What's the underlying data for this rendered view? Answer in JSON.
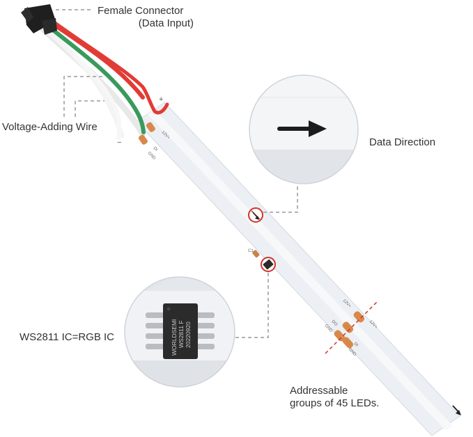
{
  "labels": {
    "female_connector": "Female Connector",
    "data_input": "(Data Input)",
    "voltage_wire": "Voltage-Adding Wire",
    "data_direction": "Data Direction",
    "ic": "WS2811 IC=RGB IC",
    "groups_line1": "Addressable",
    "groups_line2": "groups of 45 LEDs."
  },
  "pad_labels": {
    "v12": "12V+",
    "di": "DI",
    "gnd": "GND",
    "do": "DO",
    "c1": "C1"
  },
  "chip": {
    "line1": "WORLDSEMI",
    "line2": "WS2811 F",
    "line3": "20220920"
  },
  "wire_marks": {
    "plus": "+",
    "minus": "−"
  },
  "colors": {
    "wire_red": "#e23b35",
    "wire_green": "#3a9a5c",
    "wire_white": "#f2f2f2",
    "strip": "#ecf0f4",
    "pad": "#d9884a",
    "marker_red": "#d0342c",
    "dash_grey": "#9a9a9a",
    "chip": "#2b2b2b"
  }
}
